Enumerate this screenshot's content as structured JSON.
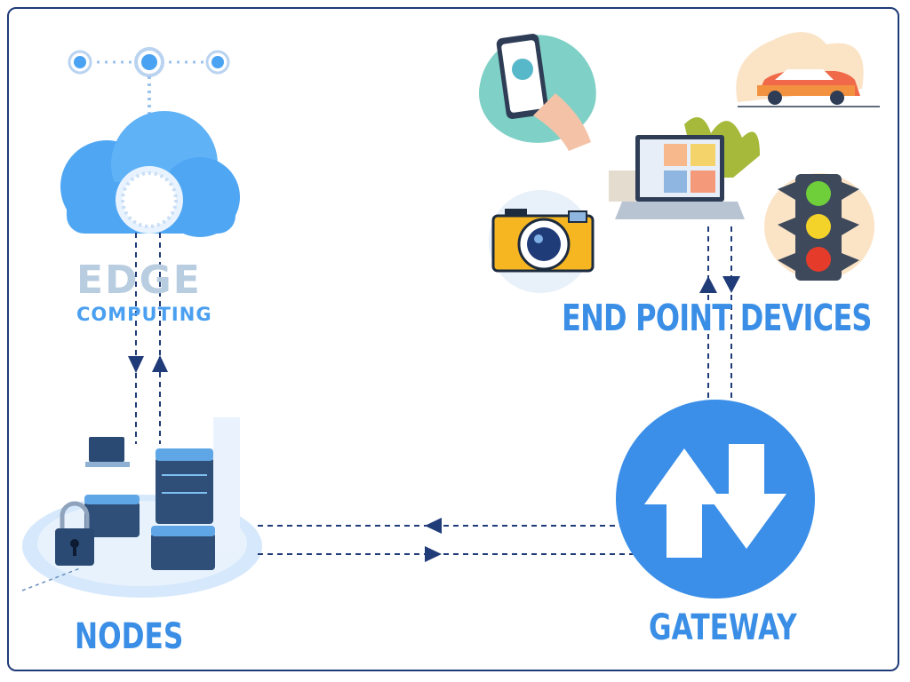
{
  "labels": {
    "edge_title": "EDGE",
    "edge_subtitle": "COMPUTING",
    "endpoint": "END POINT DEVICES",
    "nodes": "NODES",
    "gateway": "GATEWAY"
  },
  "colors": {
    "border": "#1f3b78",
    "accent": "#3a8ee6",
    "arrow": "#1f3b78"
  },
  "icons": [
    "edge-cloud-icon",
    "server-nodes-icon",
    "gateway-arrows-icon",
    "smartphone-icon",
    "laptop-icon",
    "camera-icon",
    "car-icon",
    "traffic-light-icon"
  ]
}
